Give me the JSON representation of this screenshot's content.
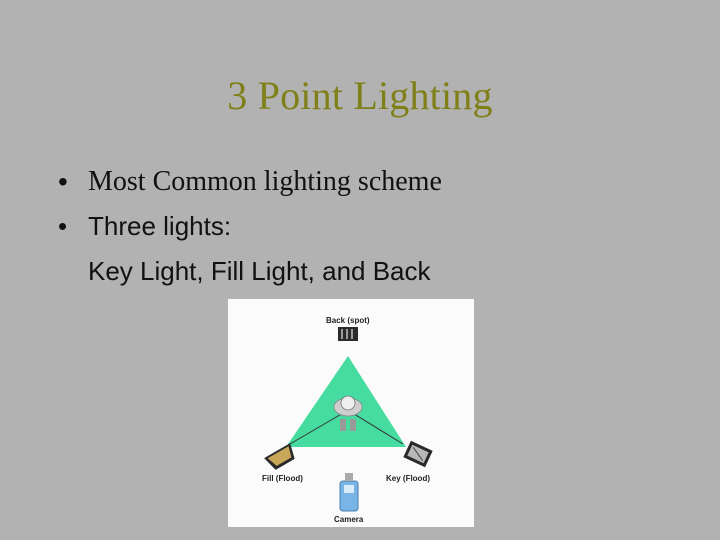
{
  "slide": {
    "title": "3 Point Lighting",
    "bullets": [
      {
        "text": "Most Common lighting scheme"
      },
      {
        "text": "Three lights:",
        "line2": "Key Light, Fill Light, and Back"
      }
    ]
  },
  "diagram": {
    "labels": {
      "back": "Back (spot)",
      "fill": "Fill (Flood)",
      "key": "Key (Flood)",
      "camera": "Camera"
    },
    "colors": {
      "triangle": "#46dca0",
      "background": "#fbfbfb"
    }
  }
}
